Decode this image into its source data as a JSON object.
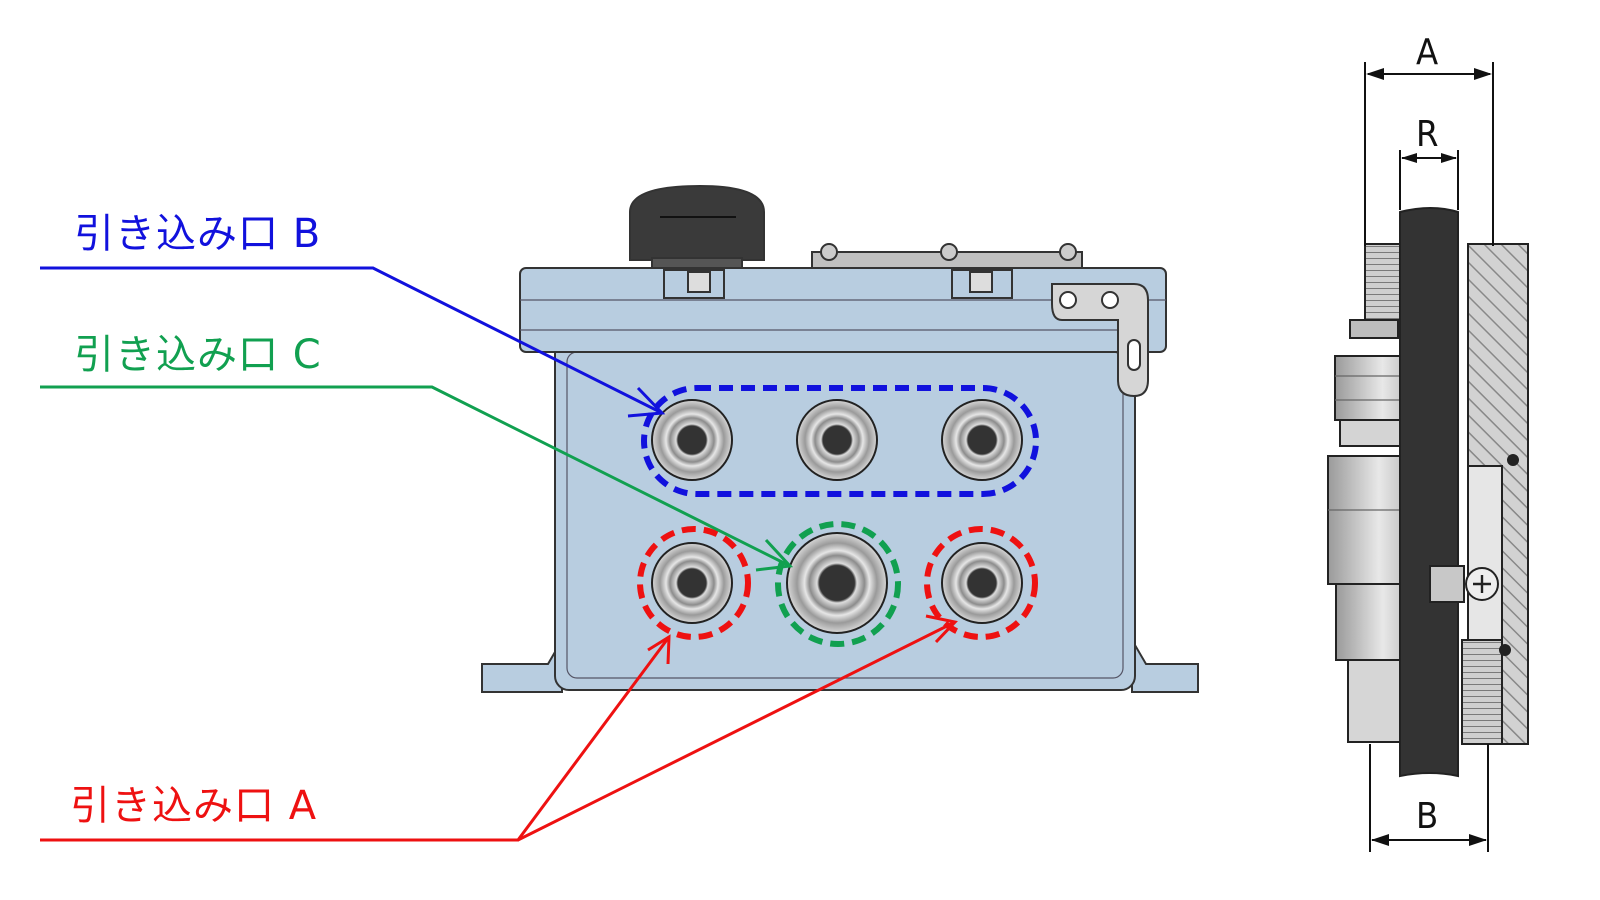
{
  "labels": {
    "entry_b": "引き込み口 B",
    "entry_c": "引き込み口 C",
    "entry_a": "引き込み口 A"
  },
  "dimensions": {
    "a": "A",
    "r": "R",
    "b": "B"
  },
  "colors": {
    "entry_a": "#ee1111",
    "entry_b": "#1111dd",
    "entry_c": "#11a050",
    "enclosure": "#b8cde0",
    "cable": "#333333"
  }
}
